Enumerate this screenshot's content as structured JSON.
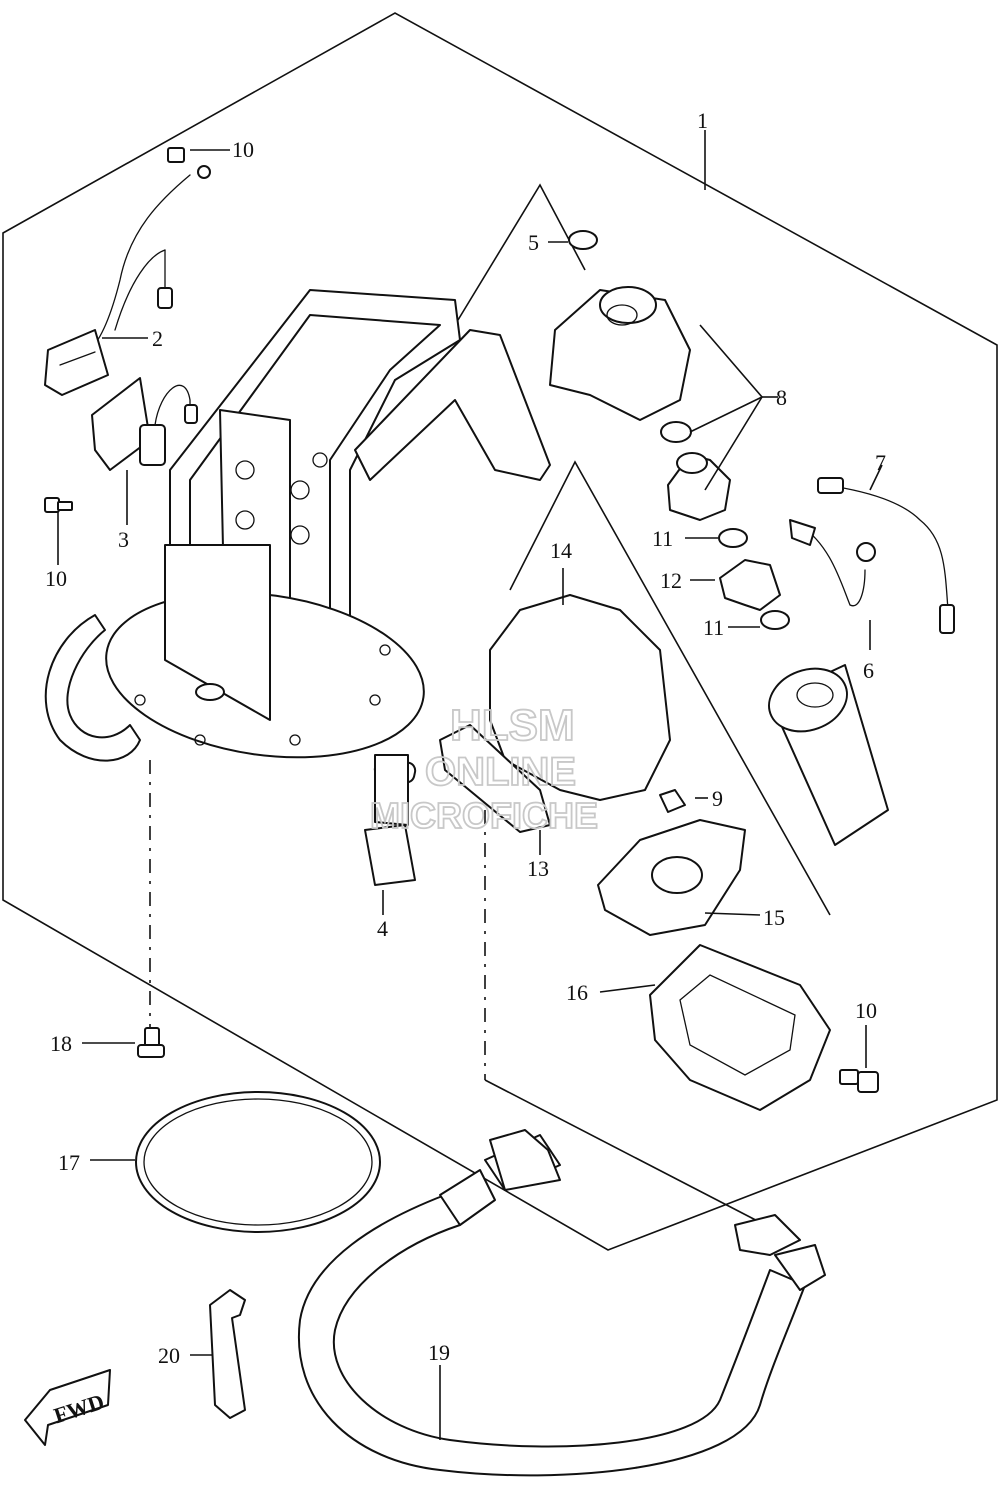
{
  "callouts": {
    "c1": "1",
    "c2": "2",
    "c3": "3",
    "c4": "4",
    "c5": "5",
    "c6": "6",
    "c7": "7",
    "c8": "8",
    "c9": "9",
    "c10a": "10",
    "c10b": "10",
    "c10c": "10",
    "c11a": "11",
    "c11b": "11",
    "c12": "12",
    "c13": "13",
    "c14": "14",
    "c15": "15",
    "c16": "16",
    "c17": "17",
    "c18": "18",
    "c19": "19",
    "c20": "20"
  },
  "watermark": {
    "line1": "HLSM",
    "line2": "ONLINE",
    "line3": "MICROFICHE"
  },
  "fwd_badge": "FWD"
}
